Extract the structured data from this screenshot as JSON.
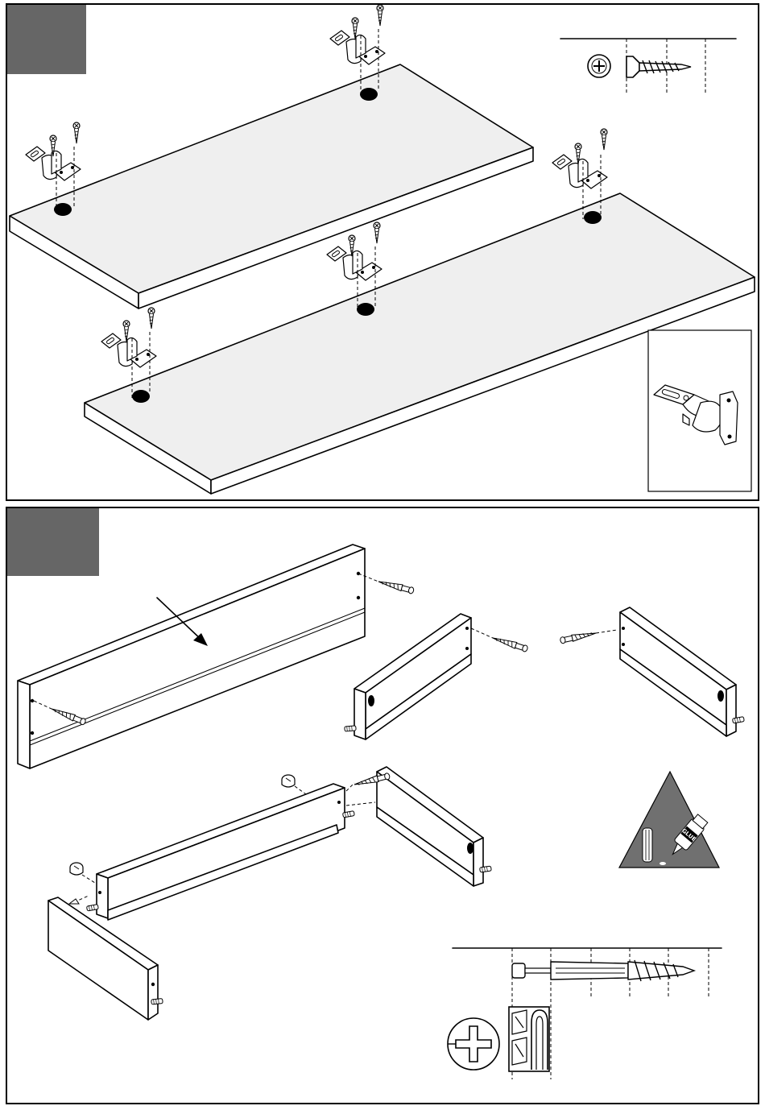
{
  "steps": [
    {
      "badge": "",
      "name": "hinge-mounting-step"
    },
    {
      "badge": "",
      "name": "drawer-assembly-step"
    }
  ],
  "glue_label": "GLUE",
  "colors": {
    "badge": "#666666",
    "board_top": "#efefef",
    "warning_triangle": "#707070",
    "outline": "#000000"
  },
  "icons": {
    "phillips_screwdriver": "phillips-screwdriver-icon",
    "wood_screw": "wood-screw-icon",
    "cam_bolt": "cam-bolt-icon",
    "glue_warning": "glue-warning-icon",
    "hinge_detail": "hinge-detail-icon"
  }
}
